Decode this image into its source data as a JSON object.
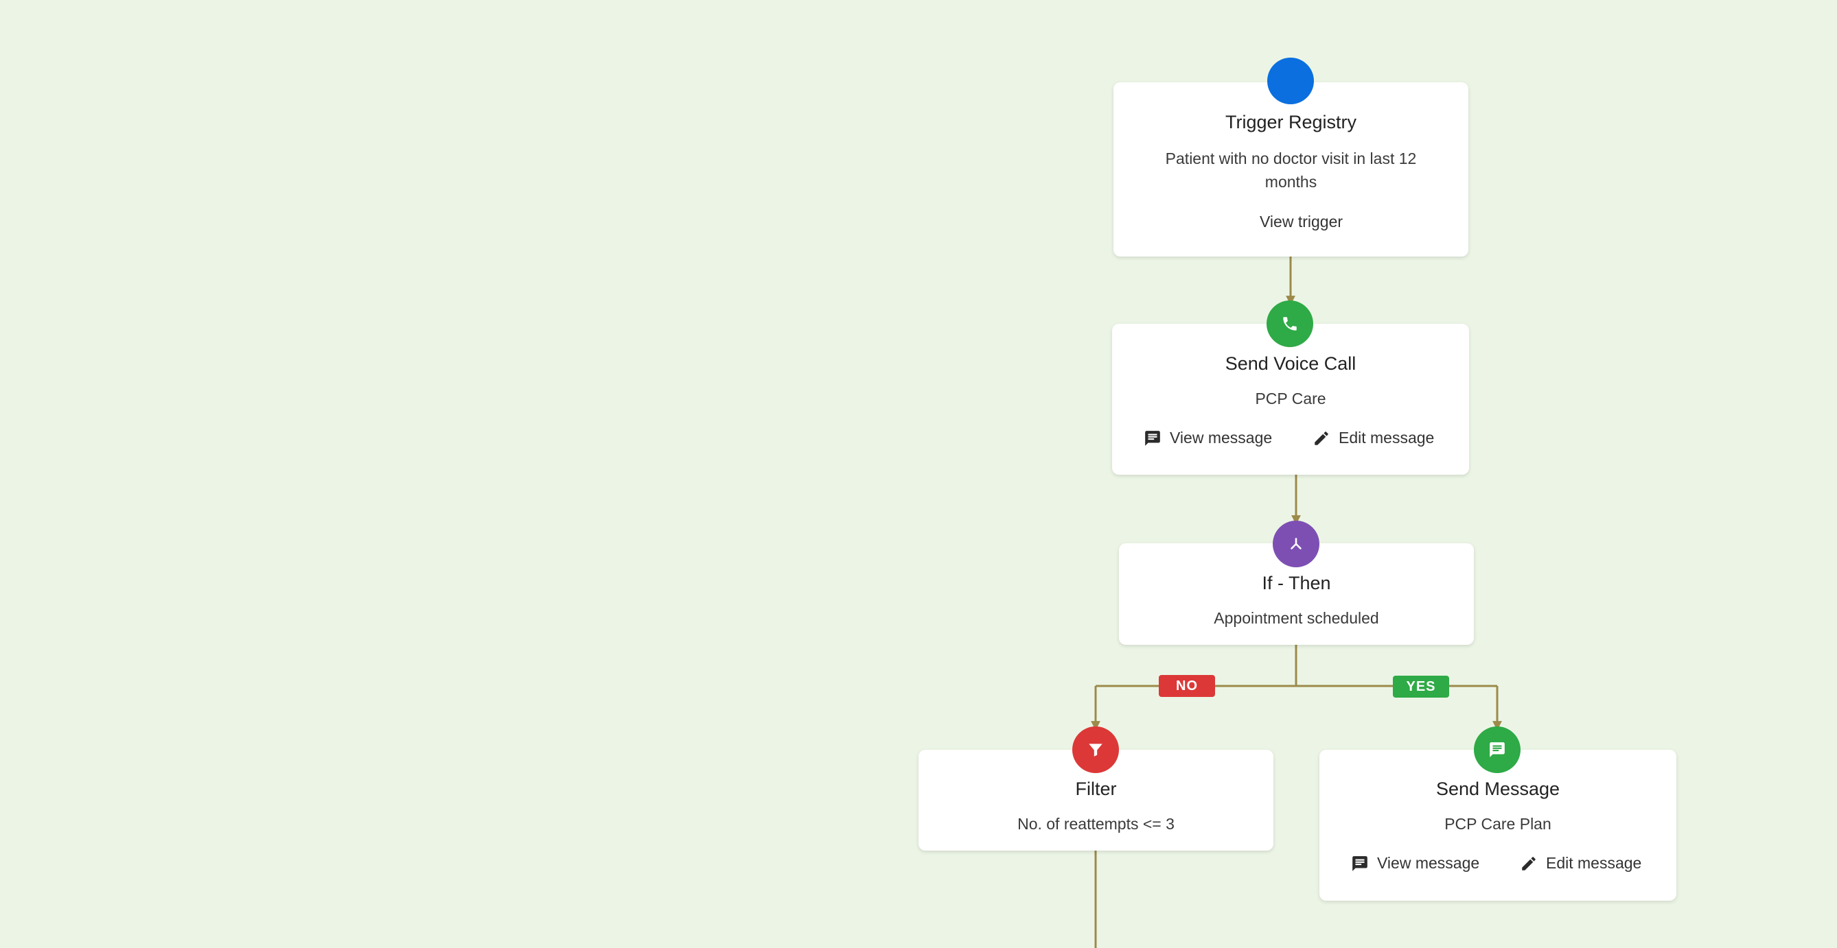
{
  "colors": {
    "background": "#ecf5e5",
    "connector": "#9c8a4a",
    "trigger": "#0b6fdf",
    "success": "#2eaa46",
    "branch": "#7d4fb3",
    "danger": "#dc3838"
  },
  "nodes": {
    "trigger": {
      "icon": "circle-icon",
      "title": "Trigger Registry",
      "description": "Patient with no doctor visit in last 12 months",
      "action_label": "View trigger"
    },
    "voice_call": {
      "icon": "phone-icon",
      "title": "Send Voice Call",
      "subtitle": "PCP Care",
      "view_label": "View message",
      "edit_label": "Edit message"
    },
    "if_then": {
      "icon": "split-icon",
      "title": "If - Then",
      "subtitle": "Appointment scheduled"
    },
    "filter": {
      "icon": "funnel-icon",
      "title": "Filter",
      "subtitle": "No. of reattempts <= 3"
    },
    "send_message": {
      "icon": "chat-icon",
      "title": "Send Message",
      "subtitle": "PCP Care Plan",
      "view_label": "View message",
      "edit_label": "Edit message"
    }
  },
  "branches": {
    "no_label": "NO",
    "yes_label": "YES"
  }
}
